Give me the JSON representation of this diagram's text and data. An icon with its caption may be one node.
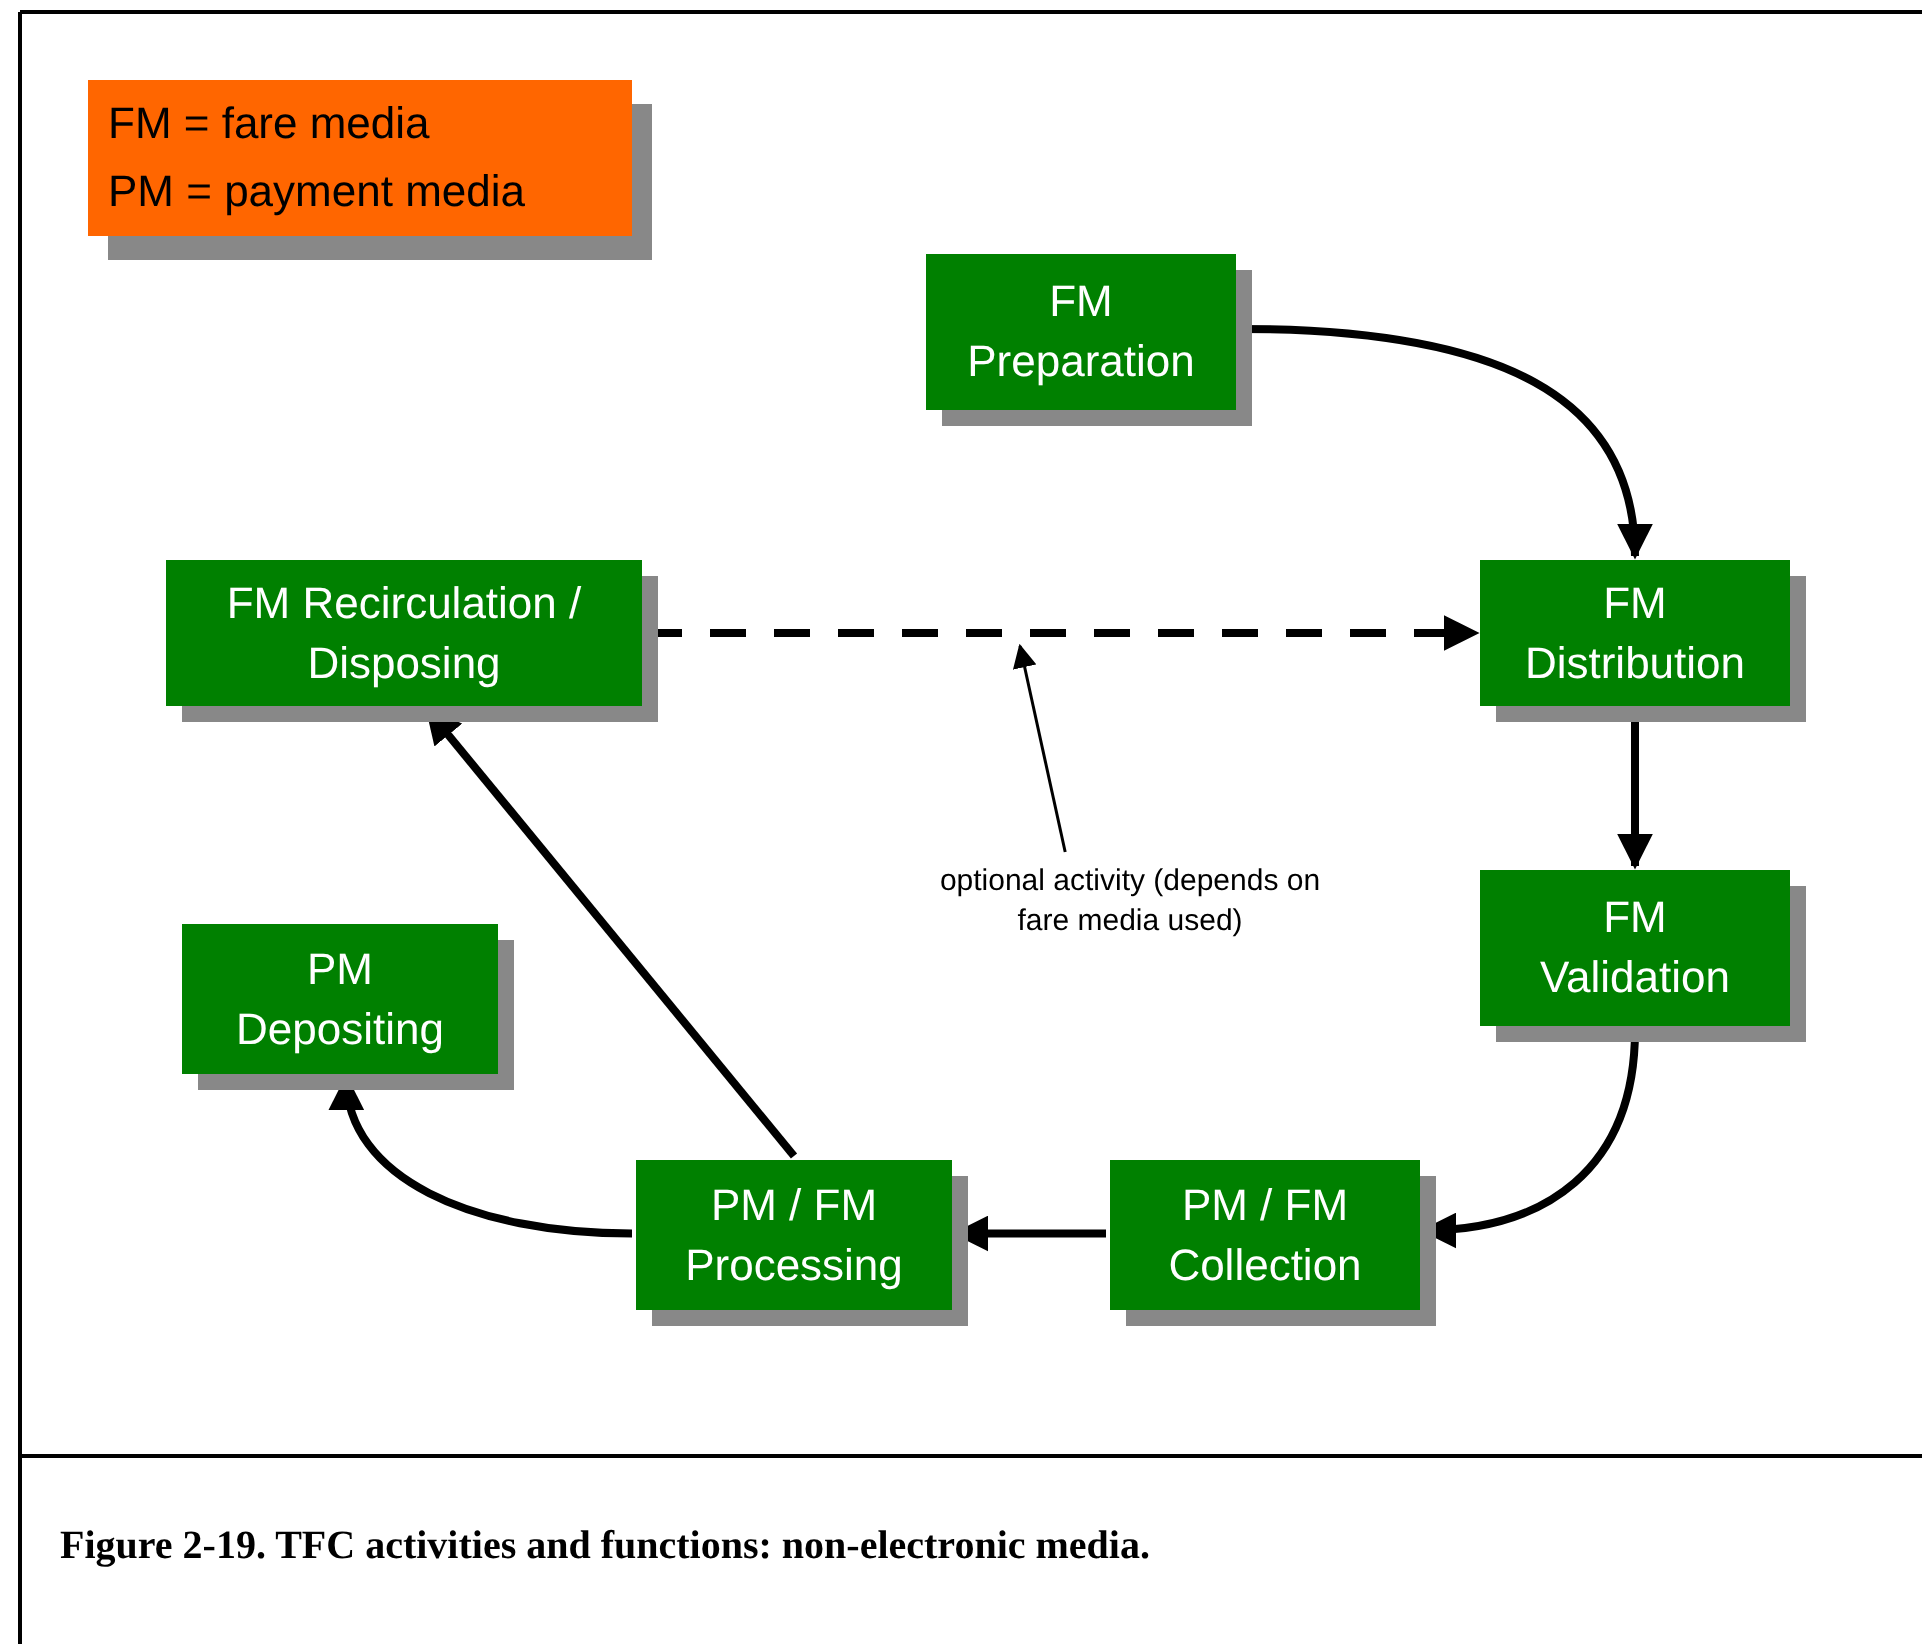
{
  "diagram": {
    "caption": "Figure 2-19. TFC activities and functions: non-electronic media.",
    "nodes": [
      {
        "text": [
          "FM = fare media",
          "PM = payment media"
        ]
      },
      {
        "text": [
          "FM Preparation"
        ]
      },
      {
        "text": [
          "FM Recirculation / Disposing"
        ]
      },
      {
        "text": [
          "FM Distribution"
        ]
      },
      {
        "text": [
          "FM Validation"
        ]
      },
      {
        "text": [
          "PM Depositing"
        ]
      },
      {
        "text": [
          "PM / FM Processing"
        ]
      },
      {
        "text": [
          "PM / FM Collection"
        ]
      },
      {
        "text": [
          "optional activity (depends on fare media used)"
        ]
      }
    ],
    "edges": [
      {
        "from": 1,
        "to": 3,
        "arrow": "to"
      },
      {
        "from": 2,
        "to": 3,
        "arrow": "to",
        "style": "dashed"
      },
      {
        "from": 3,
        "to": 4,
        "arrow": "to"
      },
      {
        "from": 4,
        "to": 7,
        "arrow": "to"
      },
      {
        "from": 7,
        "to": 6,
        "arrow": "to"
      },
      {
        "from": 6,
        "to": 5,
        "arrow": "to"
      },
      {
        "from": 6,
        "to": 2,
        "arrow": "to"
      },
      {
        "from": 8,
        "to": null,
        "arrow": "to"
      }
    ]
  }
}
